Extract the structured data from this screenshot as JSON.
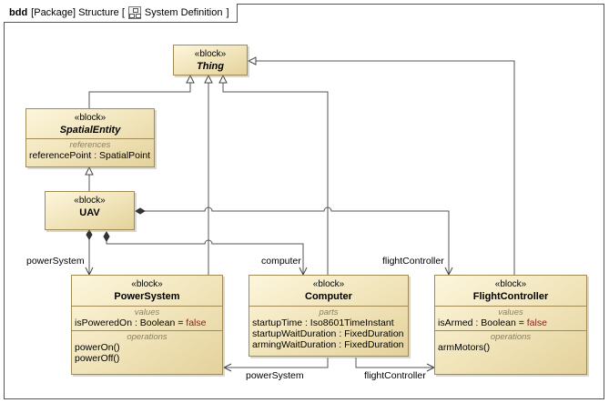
{
  "diagram": {
    "kind": "bdd",
    "header_prefix": "[Package] Structure [",
    "header_name": "System Definition",
    "header_suffix": "]",
    "icon": "package-diagram-icon"
  },
  "blocks": {
    "thing": {
      "stereotype": "«block»",
      "name": "Thing"
    },
    "spatial": {
      "stereotype": "«block»",
      "name": "SpatialEntity",
      "compartment_title": "references",
      "rows": [
        {
          "text": "referencePoint : SpatialPoint"
        }
      ]
    },
    "uav": {
      "stereotype": "«block»",
      "name": "UAV"
    },
    "power": {
      "stereotype": "«block»",
      "name": "PowerSystem",
      "values_title": "values",
      "values": [
        {
          "text": "isPoweredOn : Boolean = ",
          "default": "false"
        }
      ],
      "operations_title": "operations",
      "operations": [
        "powerOn()",
        "powerOff()"
      ]
    },
    "computer": {
      "stereotype": "«block»",
      "name": "Computer",
      "parts_title": "parts",
      "parts": [
        "startupTime : Iso8601TimeInstant",
        "startupWaitDuration : FixedDuration",
        "armingWaitDuration : FixedDuration"
      ]
    },
    "flight": {
      "stereotype": "«block»",
      "name": "FlightController",
      "values_title": "values",
      "values": [
        {
          "text": "isArmed : Boolean = ",
          "default": "false"
        }
      ],
      "operations_title": "operations",
      "operations": [
        "armMotors()"
      ]
    }
  },
  "role_labels": {
    "power_system_top": "powerSystem",
    "computer_top": "computer",
    "flight_controller_top": "flightController",
    "power_system_bottom": "powerSystem",
    "flight_controller_bottom": "flightController"
  },
  "colors": {
    "block_border": "#a08a55",
    "block_fill_light": "#fdf6dc",
    "block_fill_dark": "#e4d29c",
    "default_value": "#8b1a1a",
    "compartment_title": "#8b8060"
  }
}
